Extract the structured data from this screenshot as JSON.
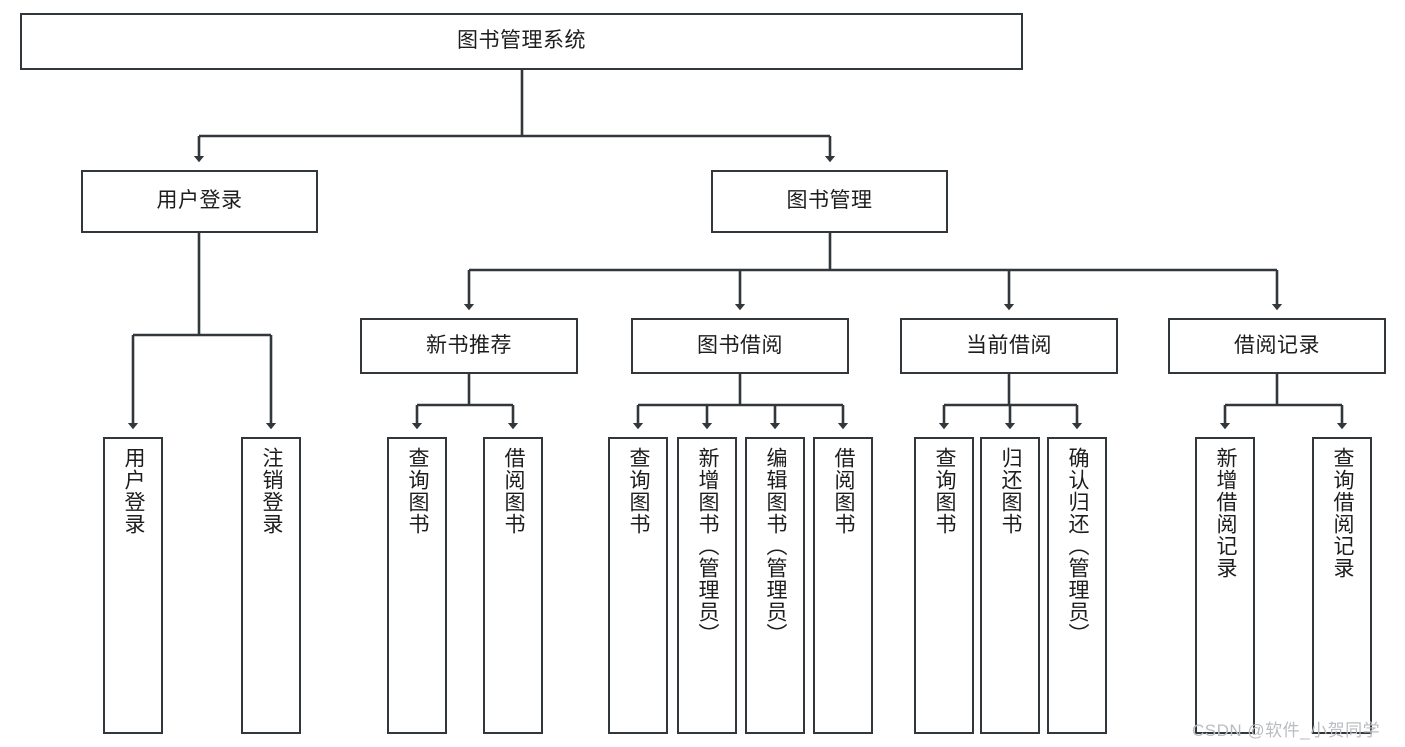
{
  "diagram": {
    "title": "图书管理系统",
    "type": "functional-structure-tree",
    "line_color": "#32373b",
    "box_fill": "#ffffff",
    "text_color": "#1d1d1d",
    "watermark": "CSDN @软件_小贺同学",
    "watermark_color": "#b9bcc0"
  },
  "root": {
    "label": "图书管理系统"
  },
  "level1": [
    {
      "id": "user-login",
      "label": "用户登录"
    },
    {
      "id": "book-management",
      "label": "图书管理"
    }
  ],
  "level2": [
    {
      "id": "new-book-recommend",
      "label": "新书推荐",
      "parent": "book-management"
    },
    {
      "id": "book-borrow",
      "label": "图书借阅",
      "parent": "book-management"
    },
    {
      "id": "current-borrow",
      "label": "当前借阅",
      "parent": "book-management"
    },
    {
      "id": "borrow-record",
      "label": "借阅记录",
      "parent": "book-management"
    }
  ],
  "leaves": [
    {
      "id": "leaf-user-login",
      "label": "用户登录",
      "parent": "user-login"
    },
    {
      "id": "leaf-logout-login",
      "label": "注销登录",
      "parent": "user-login"
    },
    {
      "id": "leaf-query-book-1",
      "label": "查询图书",
      "parent": "new-book-recommend"
    },
    {
      "id": "leaf-borrow-book-1",
      "label": "借阅图书",
      "parent": "new-book-recommend"
    },
    {
      "id": "leaf-query-book-2",
      "label": "查询图书",
      "parent": "book-borrow"
    },
    {
      "id": "leaf-add-book",
      "label": "新增图书（管理员）",
      "parent": "book-borrow"
    },
    {
      "id": "leaf-edit-book",
      "label": "编辑图书（管理员）",
      "parent": "book-borrow"
    },
    {
      "id": "leaf-borrow-book-2",
      "label": "借阅图书",
      "parent": "book-borrow"
    },
    {
      "id": "leaf-query-book-3",
      "label": "查询图书",
      "parent": "current-borrow"
    },
    {
      "id": "leaf-return-book",
      "label": "归还图书",
      "parent": "current-borrow"
    },
    {
      "id": "leaf-confirm-return",
      "label": "确认归还（管理员）",
      "parent": "current-borrow"
    },
    {
      "id": "leaf-add-record",
      "label": "新增借阅记录",
      "parent": "borrow-record"
    },
    {
      "id": "leaf-query-record",
      "label": "查询借阅记录",
      "parent": "borrow-record"
    }
  ]
}
